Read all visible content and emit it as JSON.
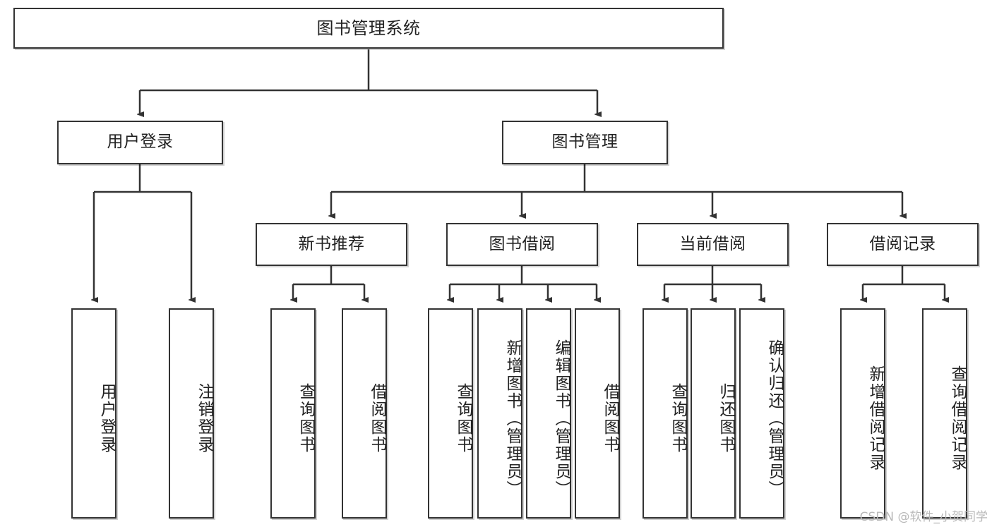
{
  "diagram": {
    "title": "图书管理系统",
    "watermark": "CSDN @软件_小贺同学",
    "nodes": {
      "root": {
        "label": "图书管理系统"
      },
      "level2": [
        {
          "id": "user-login",
          "label": "用户登录"
        },
        {
          "id": "book-manage",
          "label": "图书管理"
        }
      ],
      "level3": [
        {
          "id": "new-book-recommend",
          "label": "新书推荐"
        },
        {
          "id": "book-borrow",
          "label": "图书借阅"
        },
        {
          "id": "current-borrow",
          "label": "当前借阅"
        },
        {
          "id": "borrow-record",
          "label": "借阅记录"
        }
      ],
      "leaves": [
        {
          "id": "leaf-user-login",
          "label": "用户登录"
        },
        {
          "id": "leaf-user-logout",
          "label": "注销登录"
        },
        {
          "id": "leaf-query-book-1",
          "label": "查询图书"
        },
        {
          "id": "leaf-borrow-book-1",
          "label": "借阅图书"
        },
        {
          "id": "leaf-query-book-2",
          "label": "查询图书"
        },
        {
          "id": "leaf-add-book",
          "label": "新增图书（管理员）"
        },
        {
          "id": "leaf-edit-book",
          "label": "编辑图书（管理员）"
        },
        {
          "id": "leaf-borrow-book-2",
          "label": "借阅图书"
        },
        {
          "id": "leaf-query-book-3",
          "label": "查询图书"
        },
        {
          "id": "leaf-return-book",
          "label": "归还图书"
        },
        {
          "id": "leaf-confirm-return",
          "label": "确认归还（管理员）"
        },
        {
          "id": "leaf-add-record",
          "label": "新增借阅记录"
        },
        {
          "id": "leaf-query-record",
          "label": "查询借阅记录"
        }
      ]
    },
    "colors": {
      "stroke": "#333333",
      "text": "#222222",
      "background": "#ffffff",
      "watermark": "#b9b9b9"
    }
  }
}
